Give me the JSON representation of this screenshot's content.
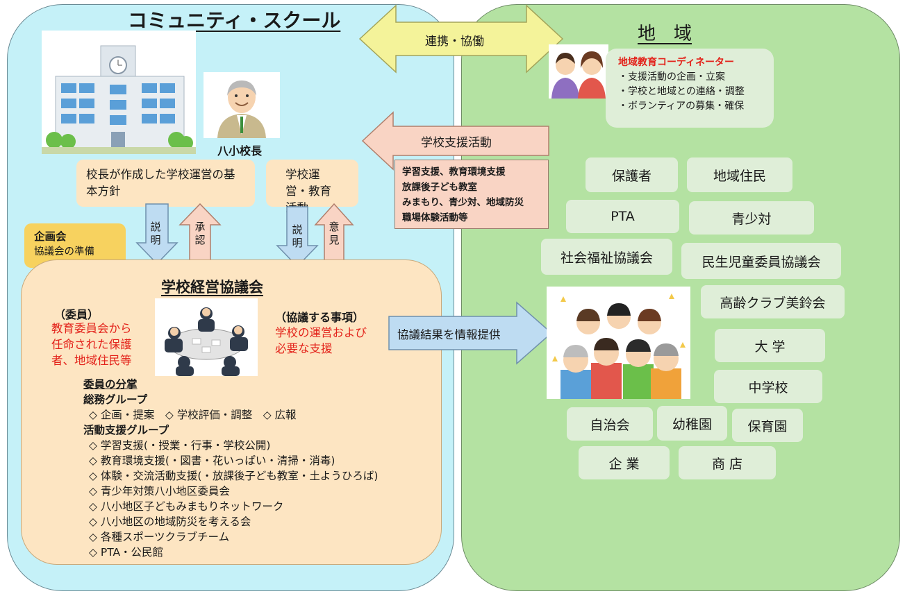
{
  "left": {
    "title": "コミュニティ・スクール",
    "principal_label": "八小校長",
    "policy_box": "校長が作成した学校運営の基本方針",
    "operation_box": "学校運営・教育活動",
    "arrow_explain_1": "説明",
    "arrow_approve": "承認",
    "arrow_explain_2": "説明",
    "arrow_opinion": "意見",
    "planning": {
      "title": "企画会",
      "sub": "協議会の準備"
    },
    "council": {
      "title": "学校経営協議会",
      "members_heading": "（委員）",
      "members_text": [
        "教育委員会から",
        "任命された保護",
        "者、地域住民等"
      ],
      "topics_heading": "（協議する事項）",
      "topics_text": [
        "学校の運営および",
        "必要な支援"
      ],
      "duties_heading": "委員の分掌",
      "general_group": "総務グループ",
      "general_items": "◇ 企画・提案　◇ 学校評価・調整　◇ 広報",
      "activity_group": "活動支援グループ",
      "activity_items": [
        "◇ 学習支援(・授業・行事・学校公開)",
        "◇ 教育環境支援(・図書・花いっぱい・清掃・消毒)",
        "◇ 体験・交流活動支援(・放課後子ども教室・土ようひろば)",
        "◇ 青少年対策八小地区委員会",
        "◇ 八小地区子どもみまもりネットワーク",
        "◇ 八小地区の地域防災を考える会",
        "◇ 各種スポーツクラブチーム",
        "◇ PTA・公民館"
      ]
    }
  },
  "center": {
    "cooperation": "連携・協働",
    "support_arrow": "学校支援活動",
    "support_items": [
      "学習支援、教育環境支援",
      "放課後子ども教室",
      "みまもり、青少対、地域防災",
      "職場体験活動等"
    ],
    "info_arrow": "協議結果を情報提供"
  },
  "right": {
    "title": "地　域",
    "coordinator_title": "地域教育コーディネーター",
    "coordinator_items": [
      "・支援活動の企画・立案",
      "・学校と地域との連絡・調整",
      "・ボランティアの募集・確保"
    ],
    "tags": {
      "parents": "保護者",
      "residents": "地域住民",
      "pta": "PTA",
      "youth": "青少対",
      "welfare": "社会福祉協議会",
      "commissioners": "民生児童委員協議会",
      "seniors": "高齢クラブ美鈴会",
      "university": "大 学",
      "junior_high": "中学校",
      "neighborhood": "自治会",
      "kindergarten": "幼稚園",
      "nursery": "保育園",
      "companies": "企 業",
      "shops": "商 店"
    }
  },
  "colors": {
    "left_bg": "#c5f1f8",
    "right_bg": "#b4e2a2",
    "cream": "#fde5c2",
    "tag": "#dfeed8",
    "yellow_arrow": "#f4f39a",
    "salmon_arrow": "#f9d4c4",
    "blue_arrow": "#bedcf2",
    "red_text": "#e3231b"
  }
}
